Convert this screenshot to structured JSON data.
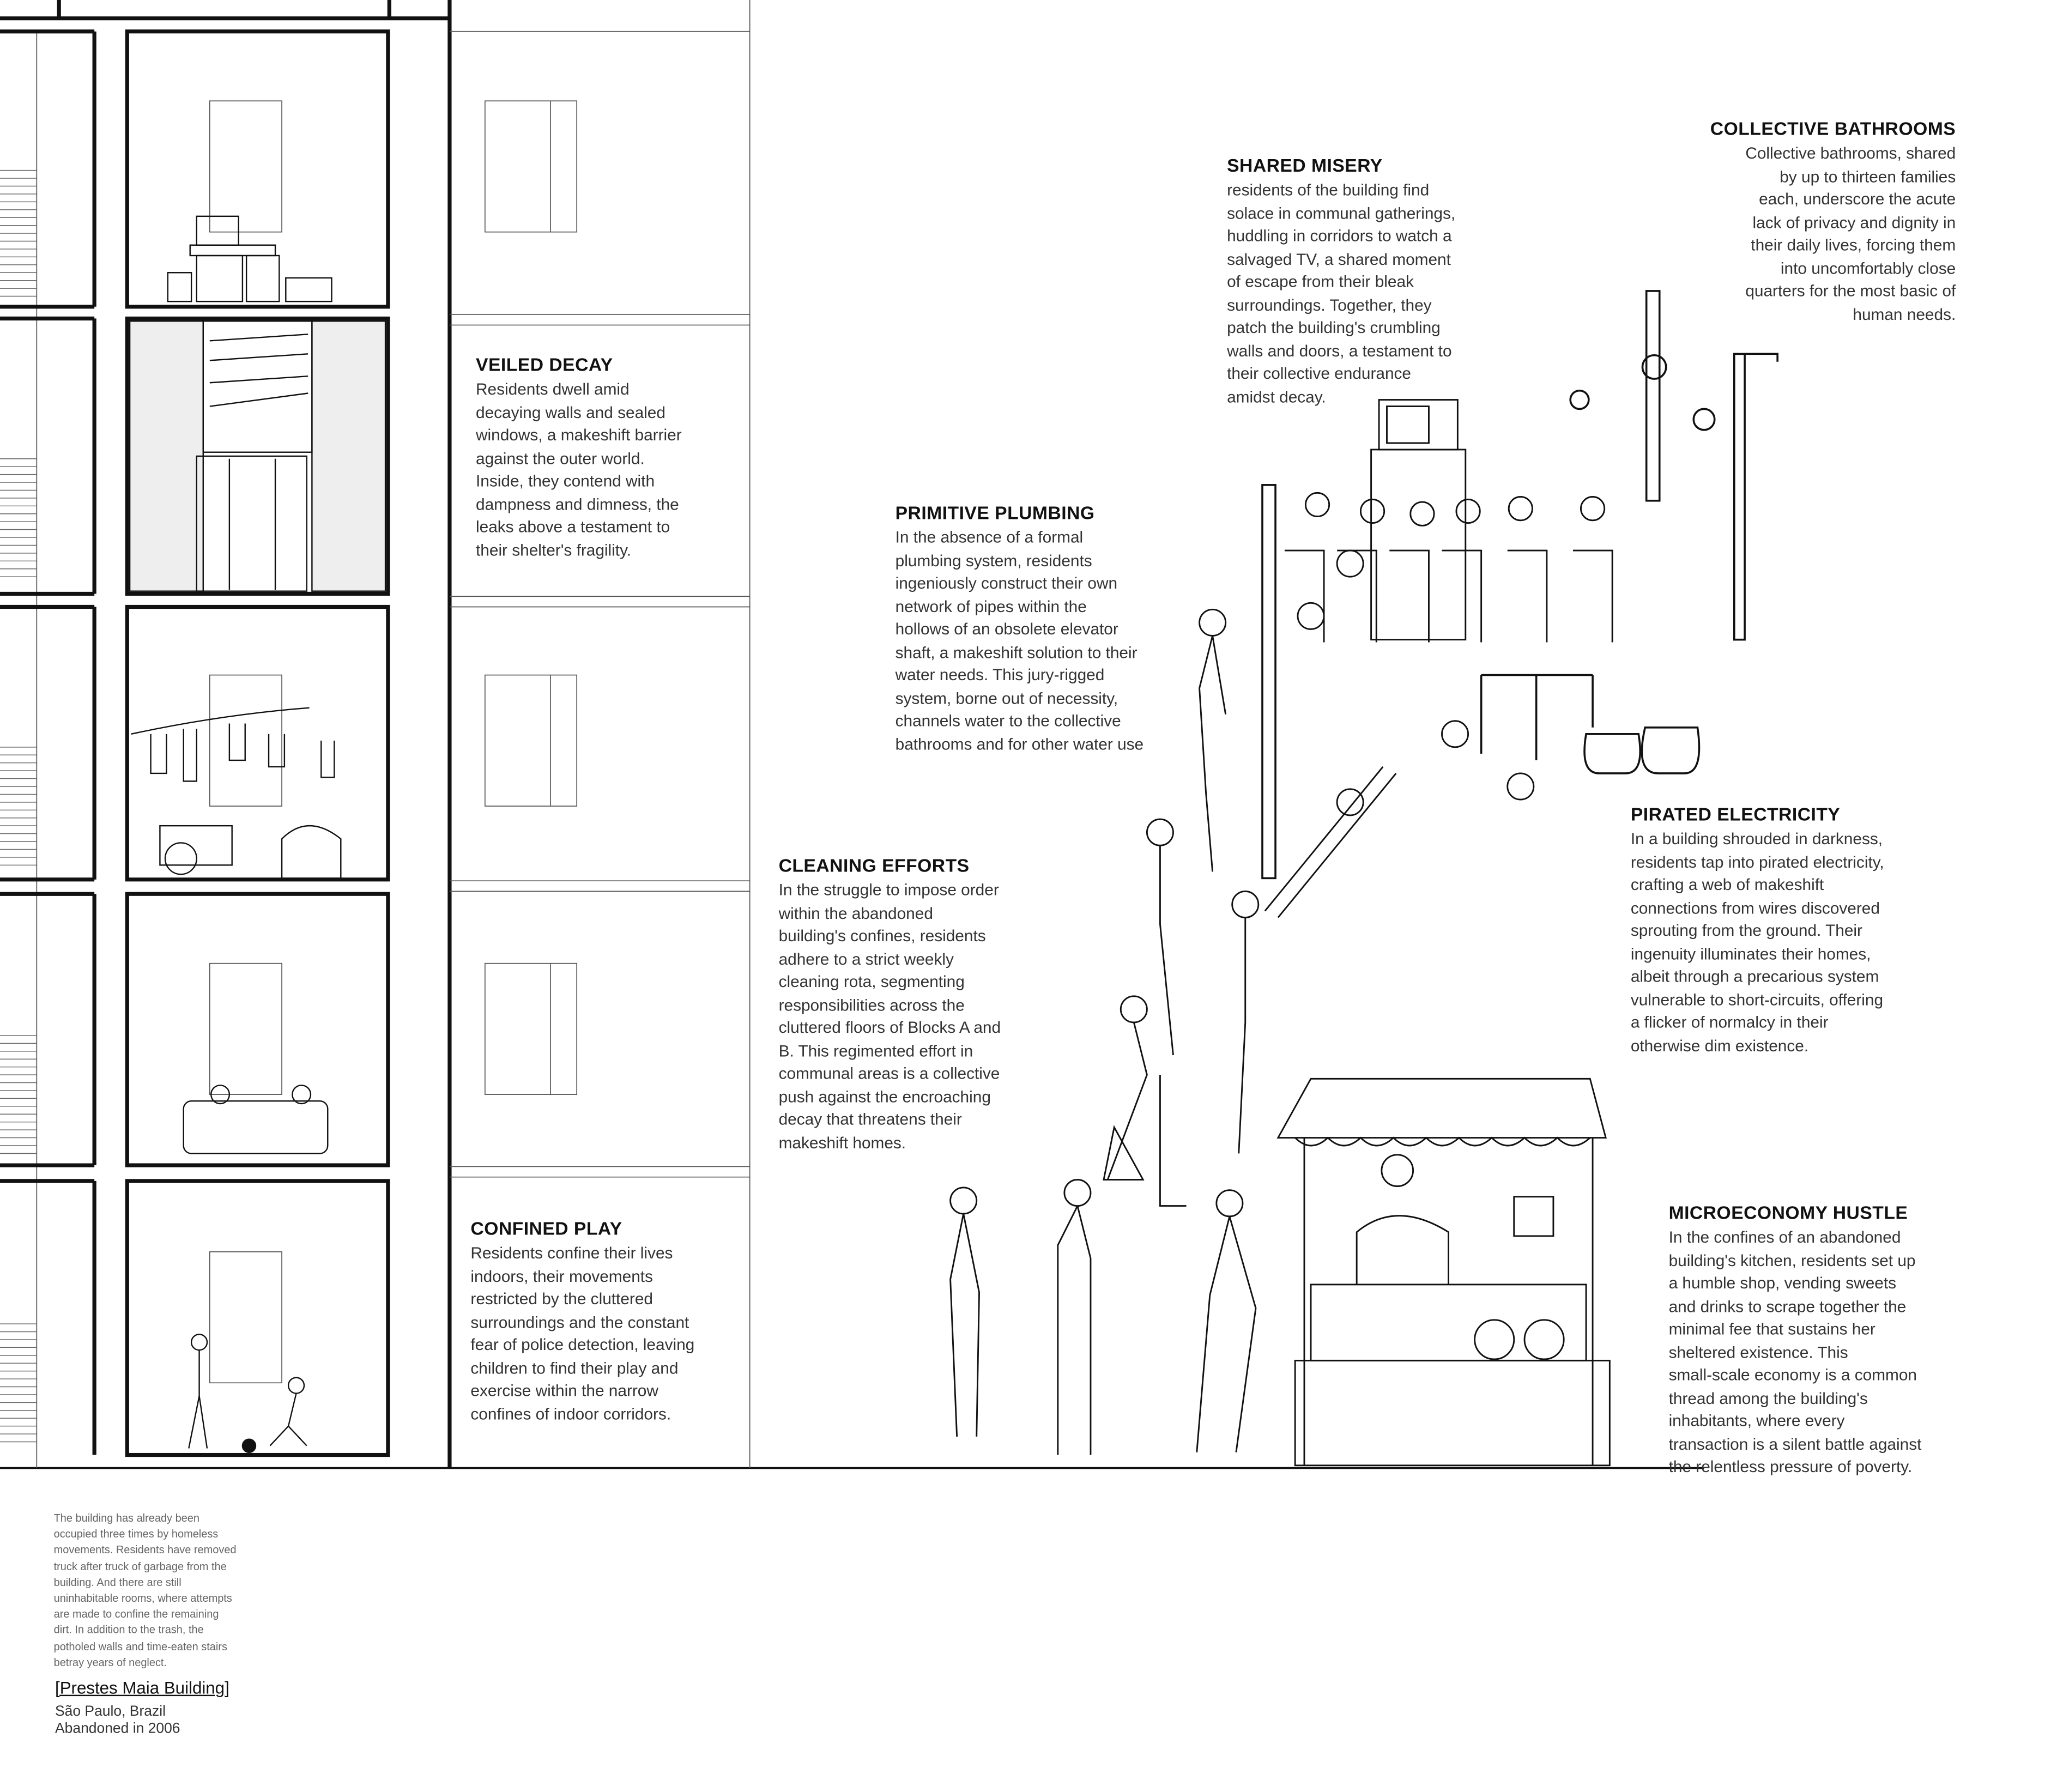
{
  "sections": {
    "veiled_decay": {
      "title": "VEILED DECAY",
      "body": "Residents dwell amid\ndecaying walls and sealed\nwindows, a makeshift barrier\nagainst the outer world.\nInside, they contend with\ndampness and dimness, the\nleaks above a testament to\ntheir shelter's fragility."
    },
    "confined_play": {
      "title": "CONFINED PLAY",
      "body": "Residents confine their lives\nindoors, their movements\nrestricted by the cluttered\nsurroundings and the constant\nfear of police detection, leaving\nchildren to find their play and\nexercise within the narrow\nconfines of indoor corridors."
    },
    "cleaning_efforts": {
      "title": "CLEANING EFFORTS",
      "body": "In the struggle to impose order\nwithin the abandoned\nbuilding's confines, residents\nadhere to a strict weekly\ncleaning rota, segmenting\nresponsibilities across the\ncluttered floors of Blocks A and\nB. This regimented effort in\ncommunal areas is a collective\npush against the encroaching\ndecay that threatens their\nmakeshift homes."
    },
    "primitive_plumbing": {
      "title": "PRIMITIVE PLUMBING",
      "body": "In the absence of a formal\nplumbing system, residents\ningeniously construct their own\nnetwork of pipes within the\nhollows of an obsolete elevator\nshaft, a makeshift solution to their\nwater needs. This jury-rigged\nsystem, borne out of necessity,\nchannels water to the collective\nbathrooms and for other water use"
    },
    "shared_misery": {
      "title": "SHARED MISERY",
      "body": "residents of the building find\nsolace in communal gatherings,\nhuddling in corridors to watch a\nsalvaged TV, a shared moment\nof escape from their bleak\nsurroundings. Together, they\npatch the building's crumbling\nwalls and doors, a testament to\ntheir collective endurance\namidst decay."
    },
    "collective_bathrooms": {
      "title": "COLLECTIVE BATHROOMS",
      "body": "Collective bathrooms, shared\nby up to thirteen families\neach, underscore the acute\nlack of privacy and dignity in\ntheir daily lives, forcing them\ninto uncomfortably close\nquarters for the most basic of\nhuman needs."
    },
    "pirated_electricity": {
      "title": "PIRATED ELECTRICITY",
      "body": "In a building shrouded in darkness,\nresidents tap into pirated electricity,\ncrafting a web of makeshift\nconnections from wires discovered\nsprouting from the ground. Their\ningenuity illuminates their homes,\nalbeit through a precarious system\nvulnerable to short-circuits, offering\na flicker of normalcy in their\notherwise dim existence."
    },
    "microeconomy_hustle": {
      "title": "MICROECONOMY HUSTLE",
      "body": "In the confines of an abandoned\nbuilding's kitchen, residents set up\na humble shop, vending sweets\nand drinks to scrape together the\nminimal fee that sustains her\nsheltered existence. This\nsmall-scale economy is a common\nthread among the building's\ninhabitants, where every\ntransaction is a silent battle against\nthe relentless pressure of poverty."
    }
  },
  "footer": {
    "note": "The building has already been\noccupied three times by homeless\nmovements. Residents have removed\ntruck after truck of garbage from the\nbuilding. And there are still\nuninhabitable rooms, where attempts\nare made to confine the remaining\ndirt. In addition to the trash, the\npotholed walls and time-eaten stairs\nbetray years of neglect.",
    "building_name": "[Prestes Maia Building]",
    "location": "São Paulo, Brazil\nAbandoned in 2006"
  }
}
